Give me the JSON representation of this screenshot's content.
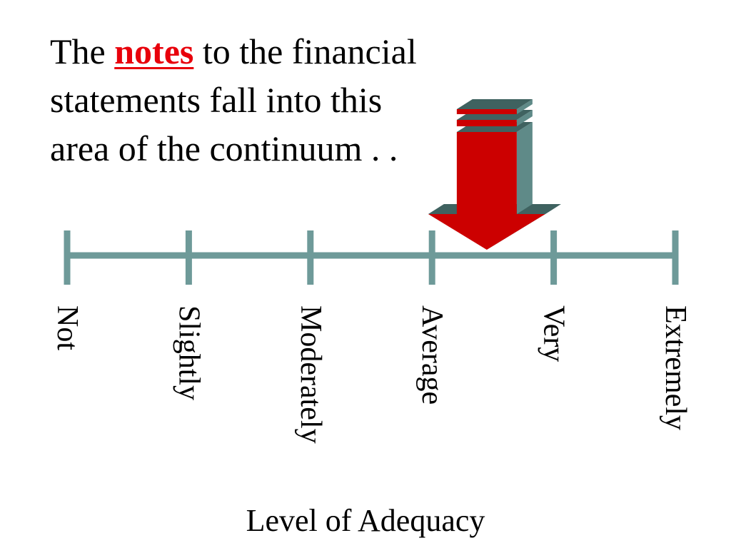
{
  "headline": {
    "before": "The ",
    "emphasis": "notes",
    "line1_after": " to the financial",
    "line2": "statements fall into this",
    "line3": "area of the continuum . ."
  },
  "continuum": {
    "levels": [
      "Not",
      "Slightly",
      "Moderately",
      "Average",
      "Very",
      "Extremely"
    ],
    "pointer_position": 3.45,
    "axis_title": "Level of Adequacy"
  },
  "colors": {
    "axis": "#6e9a99",
    "emphasis": "#e8000b",
    "arrow_front": "#cc0000",
    "arrow_side": "#5f8a88",
    "arrow_top": "#3f6260"
  }
}
